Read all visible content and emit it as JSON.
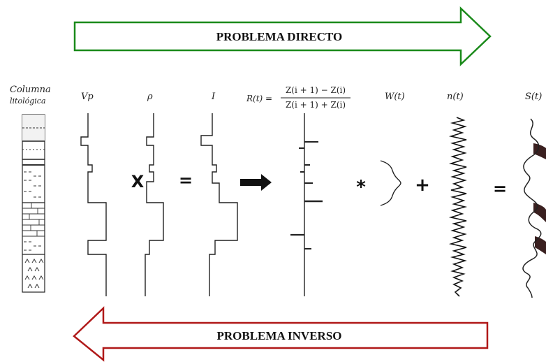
{
  "arrows": {
    "direct": {
      "label": "PROBLEMA DIRECTO",
      "color": "#1a8a1a"
    },
    "inverse": {
      "label": "PROBLEMA INVERSO",
      "color": "#b01818"
    }
  },
  "columns": {
    "litho": {
      "label": "Columna",
      "sublabel": "litológica"
    },
    "vp": {
      "label": "Vp"
    },
    "rho": {
      "label": "ρ"
    },
    "impedance": {
      "label": "I"
    },
    "reflectivity": {
      "label": "R(t) =",
      "numerator": "Z(i + 1) − Z(i)",
      "denominator": "Z(i + 1) + Z(i)"
    },
    "wavelet": {
      "label": "W(t)"
    },
    "noise": {
      "label": "n(t)"
    },
    "seismic": {
      "label": "S(t)"
    }
  },
  "operators": {
    "multiply": "X",
    "equals1": "=",
    "convolve": "*",
    "plus": "+",
    "equals2": "="
  }
}
